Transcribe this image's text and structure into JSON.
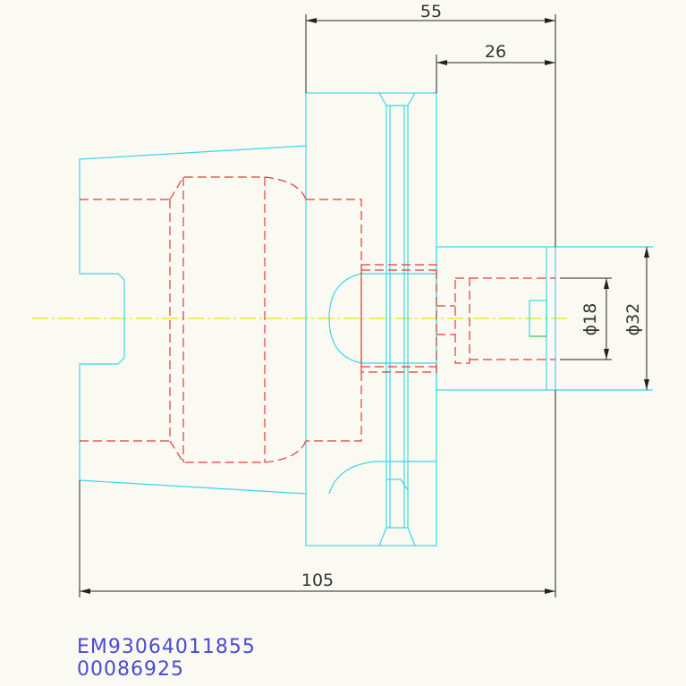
{
  "dimensions": {
    "d55": "55",
    "d26": "26",
    "d105": "105",
    "dia18": "ϕ18",
    "dia32": "ϕ32"
  },
  "codes": {
    "line1": "EM93064011855",
    "line2": "00086925"
  },
  "colors": {
    "outline": "#38d8e8",
    "hidden": "#e23a3a",
    "centerline": "#e8e800",
    "dimension": "#222222",
    "code_text": "#4a4ad6",
    "background": "#fafaf2"
  }
}
